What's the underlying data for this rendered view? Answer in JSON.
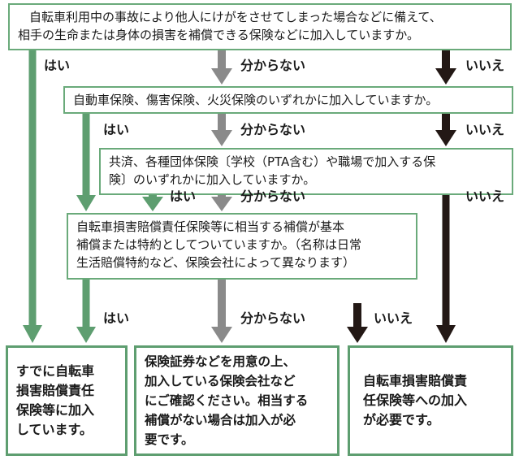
{
  "colors": {
    "yes": "#5e9e70",
    "unknown": "#8a8a8a",
    "no": "#231815",
    "box_border": "#6aaa7a"
  },
  "labels": {
    "yes": "はい",
    "unknown": "分からない",
    "no": "いいえ"
  },
  "questions": [
    {
      "line1": "自転車利用中の事故により他人にけがをさせてしまった場合などに備えて、",
      "line2": "相手の生命または身体の損害を補償できる保険などに加入していますか。"
    },
    {
      "line1": "自動車保険、傷害保険、火災保険のいずれかに加入していますか。"
    },
    {
      "line1": "共済、各種団体保険〔学校（PTA含む）や職場で加入する保",
      "line2": "険〕のいずれかに加入していますか。"
    },
    {
      "line1": "自転車損害賠償責任保険等に相当する補償が基本",
      "line2": "補償または特約としてついていますか。（名称は日常",
      "line3": "生活賠償特約など、保険会社によって異なります）"
    }
  ],
  "results": [
    {
      "line1": "すでに自転車",
      "line2": "損害賠償責任",
      "line3": "保険等に加入",
      "line4": "しています。"
    },
    {
      "line1": "保険証券などを用意の上、",
      "line2": "加入している保険会社など",
      "line3": "にご確認ください。相当する",
      "line4": "補償がない場合は加入が必",
      "line5": "要です。"
    },
    {
      "line1": "自転車損害賠償責",
      "line2": "任保険等への加入",
      "line3": "が必要です。"
    }
  ]
}
